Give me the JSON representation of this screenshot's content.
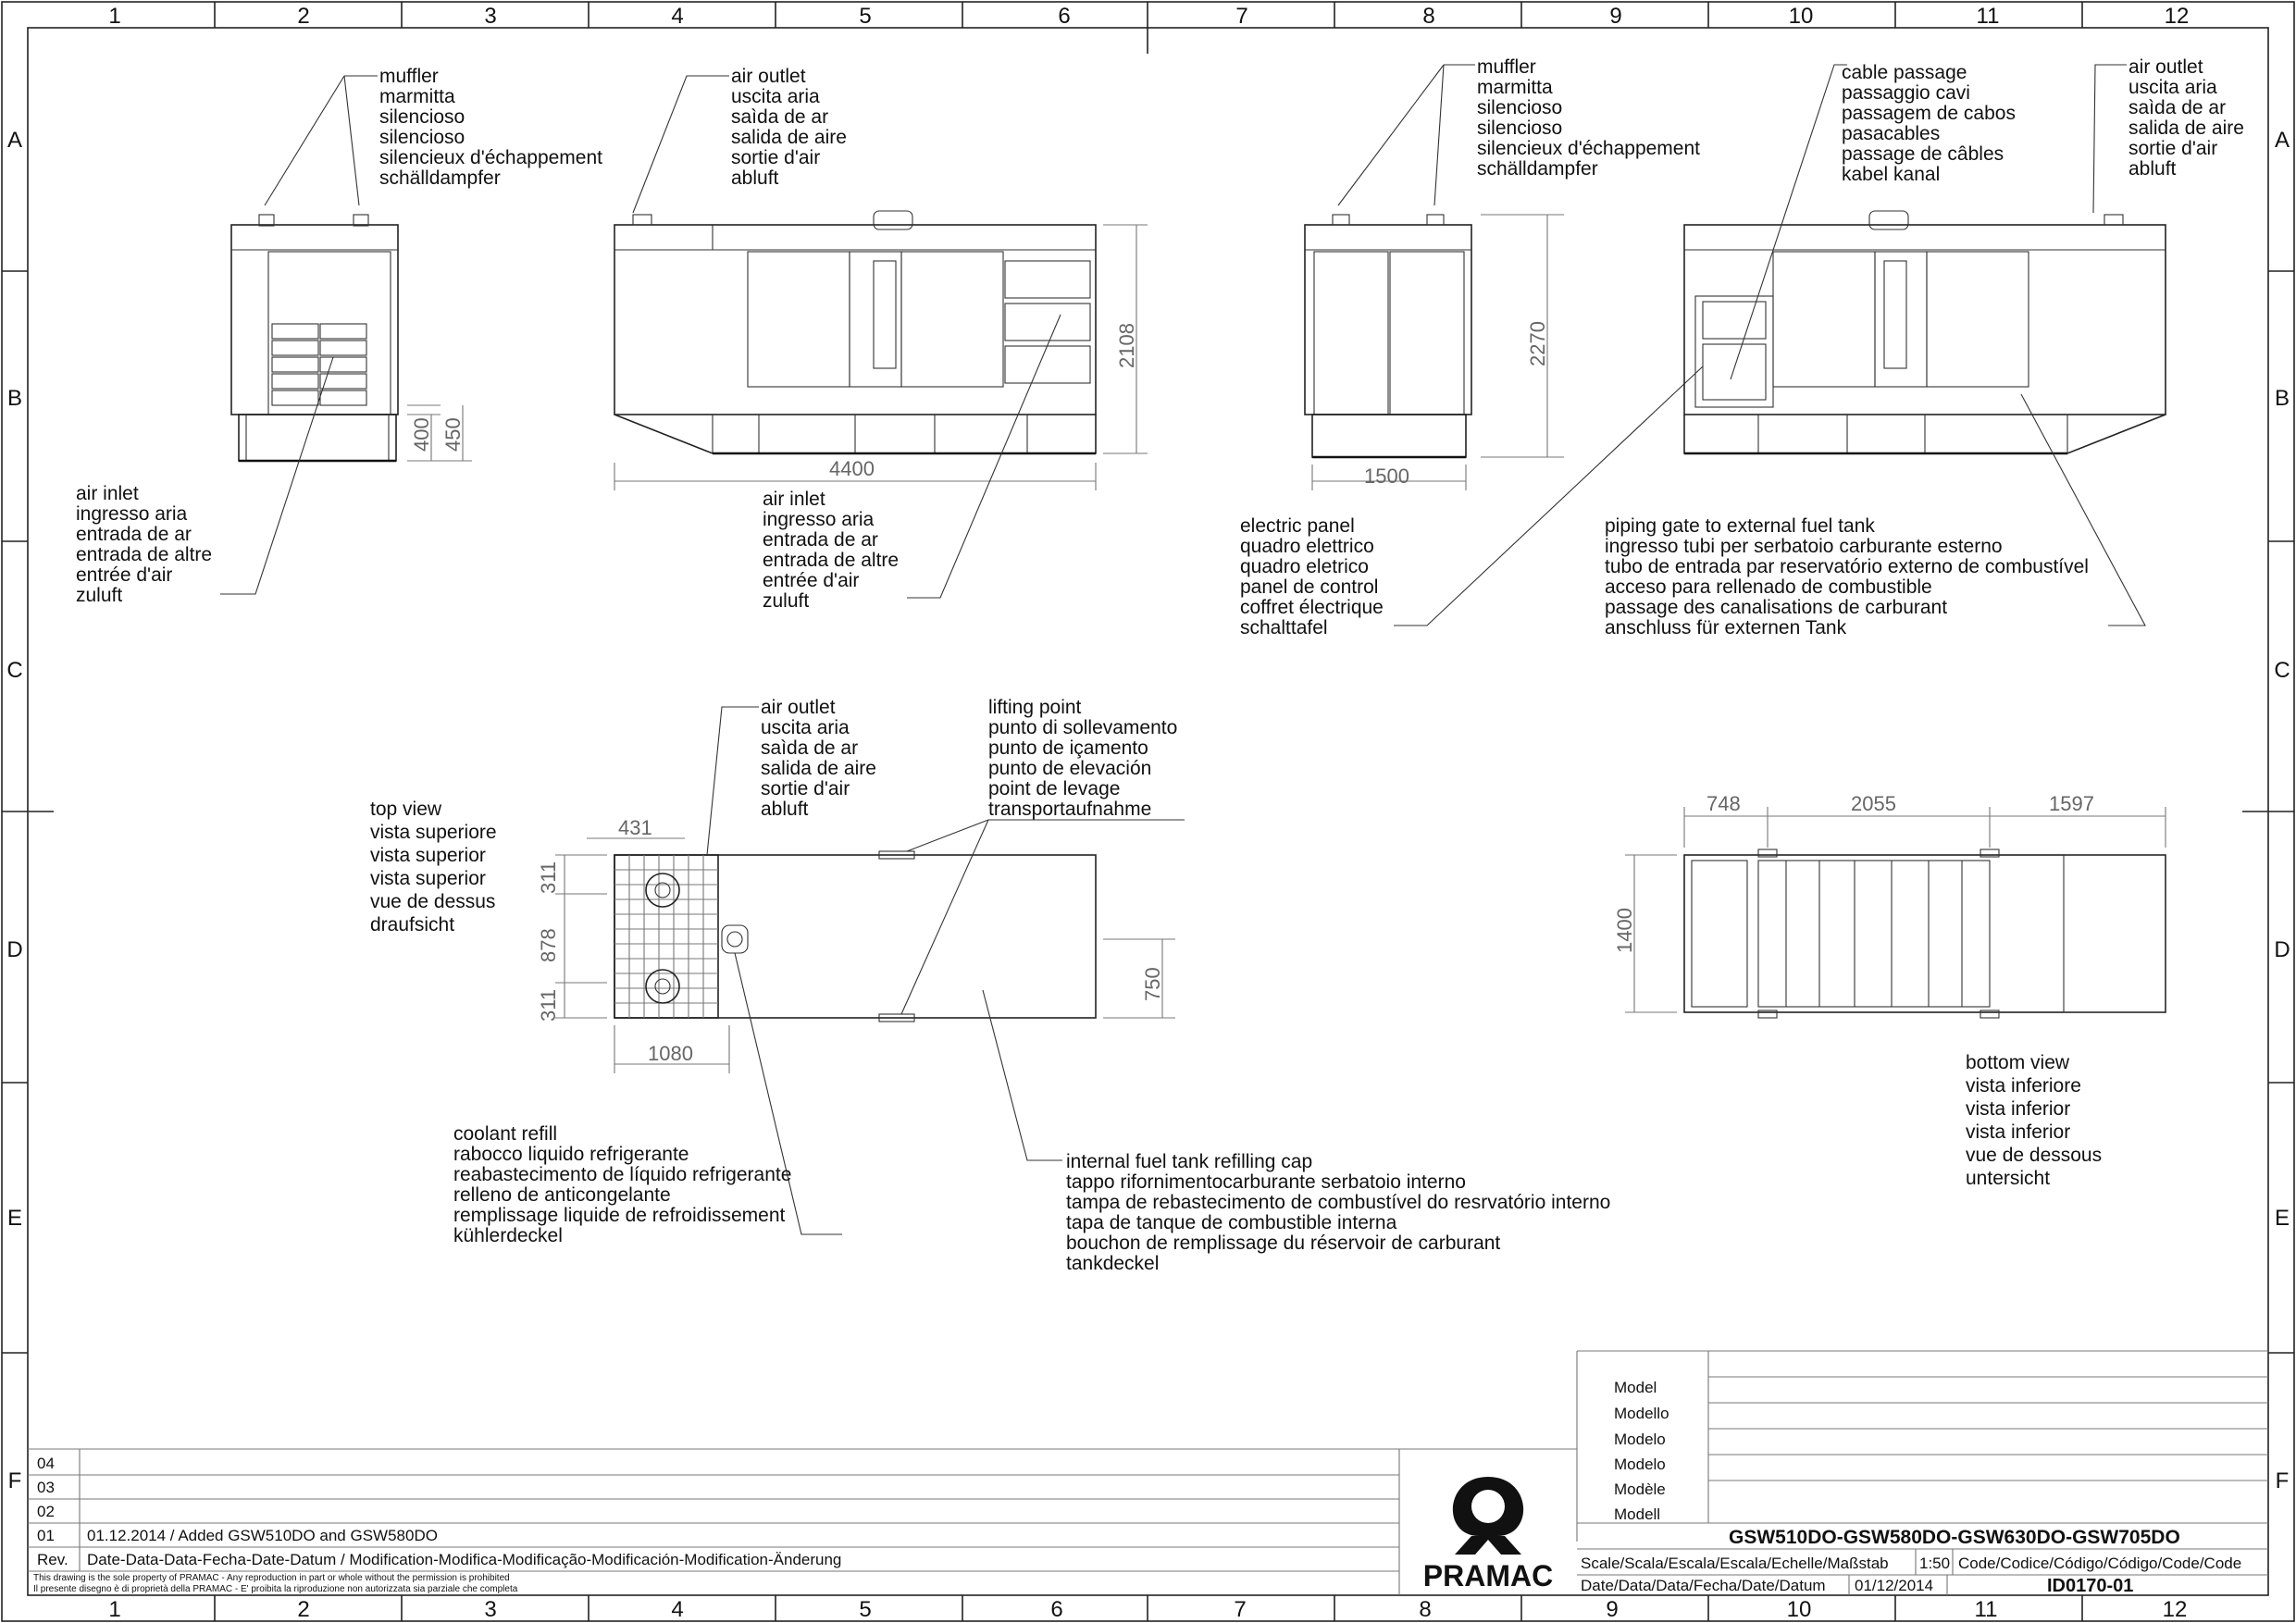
{
  "grid": {
    "columns": [
      "1",
      "2",
      "3",
      "4",
      "5",
      "6",
      "7",
      "8",
      "9",
      "10",
      "11",
      "12"
    ],
    "rows": [
      "A",
      "B",
      "C",
      "D",
      "E",
      "F"
    ]
  },
  "views": {
    "rear_left": {
      "muffler_label": [
        "muffler",
        "marmitta",
        "silencioso",
        "silencioso",
        "silencieux d'échappement",
        "schälldampfer"
      ],
      "air_inlet_label": [
        "air inlet",
        "ingresso aria",
        "entrada de ar",
        "entrada de altre",
        "entrée d'air",
        "zuluft"
      ],
      "dims": [
        "400",
        "450"
      ]
    },
    "side_left": {
      "air_outlet_label": [
        "air outlet",
        "uscita aria",
        "saìda de ar",
        "salida de aire",
        "sortie d'air",
        "abluft"
      ],
      "air_inlet_label": [
        "air inlet",
        "ingresso aria",
        "entrada de ar",
        "entrada de altre",
        "entrée d'air",
        "zuluft"
      ],
      "dims": [
        "4400",
        "2108"
      ]
    },
    "front_right": {
      "muffler_label": [
        "muffler",
        "marmitta",
        "silencioso",
        "silencioso",
        "silencieux d'échappement",
        "schälldampfer"
      ],
      "electric_panel_label": [
        "electric panel",
        "quadro elettrico",
        "quadro eletrico",
        "panel de control",
        "coffret électrique",
        "schalttafel"
      ],
      "dims": [
        "1500",
        "2270"
      ]
    },
    "side_right": {
      "cable_passage_label": [
        "cable passage",
        "passaggio cavi",
        "passagem de cabos",
        "pasacables",
        "passage de câbles",
        "kabel kanal"
      ],
      "air_outlet_label": [
        "air outlet",
        "uscita aria",
        "saìda de ar",
        "salida de aire",
        "sortie d'air",
        "abluft"
      ],
      "piping_gate_label": [
        "piping gate to external fuel tank",
        "ingresso tubi per serbatoio carburante esterno",
        "tubo de entrada par reservatório externo de combustível",
        "acceso para rellenado de combustible",
        "passage des canalisations de carburant",
        "anschluss für externen Tank"
      ]
    },
    "top": {
      "title": [
        "top view",
        "vista superiore",
        "vista superior",
        "vista superior",
        "vue de dessus",
        "draufsicht"
      ],
      "air_outlet_label": [
        "air outlet",
        "uscita aria",
        "saìda de ar",
        "salida de aire",
        "sortie d'air",
        "abluft"
      ],
      "lifting_label": [
        "lifting point",
        "punto di sollevamento",
        "punto de içamento",
        "punto de elevación",
        "point de levage",
        "transportaufnahme"
      ],
      "coolant_label": [
        "coolant refill",
        "rabocco liquido refrigerante",
        "reabastecimento de líquido refrigerante",
        "relleno de anticongelante",
        "remplissage liquide de refroidissement",
        "kühlerdeckel"
      ],
      "fuel_cap_label": [
        "internal fuel tank refilling cap",
        "tappo rifornimentocarburante serbatoio interno",
        "tampa de rebastecimento de combustível do resrvatório interno",
        "tapa de tanque de combustible interna",
        "bouchon de remplissage du réservoir de carburant",
        "tankdeckel"
      ],
      "dims": [
        "431",
        "311",
        "878",
        "311",
        "1080",
        "750"
      ]
    },
    "bottom": {
      "title": [
        "bottom view",
        "vista inferiore",
        "vista inferior",
        "vista inferior",
        "vue de dessous",
        "untersicht"
      ],
      "dims": [
        "748",
        "2055",
        "1597",
        "1400"
      ]
    }
  },
  "title_block": {
    "model_labels": [
      "Model",
      "Modello",
      "Modelo",
      "Modelo",
      "Modèle",
      "Modell"
    ],
    "model_value": "GSW510DO-GSW580DO-GSW630DO-GSW705DO",
    "scale_label": "Scale/Scala/Escala/Escala/Echelle/Maßstab",
    "scale_value": "1:50",
    "code_label": "Code/Codice/Código/Código/Code/Code",
    "code_value": "ID0170-01",
    "date_label": "Date/Data/Data/Fecha/Date/Datum",
    "date_value": "01/12/2014",
    "logo_text": "PRAMAC",
    "revisions": [
      {
        "rev": "04",
        "text": ""
      },
      {
        "rev": "03",
        "text": ""
      },
      {
        "rev": "02",
        "text": ""
      },
      {
        "rev": "01",
        "text": "01.12.2014 / Added GSW510DO and GSW580DO"
      }
    ],
    "rev_header": "Rev.",
    "rev_header_text": "Date-Data-Data-Fecha-Date-Datum / Modification-Modifica-Modificação-Modificación-Modification-Änderung",
    "disclaimer_1": "This drawing is the sole property of PRAMAC - Any reproduction in part or whole without the permission is prohibited",
    "disclaimer_2": "Il presente disegno è di proprietà della PRAMAC - E' proibita la riproduzione non autorizzata sia parziale che completa"
  }
}
